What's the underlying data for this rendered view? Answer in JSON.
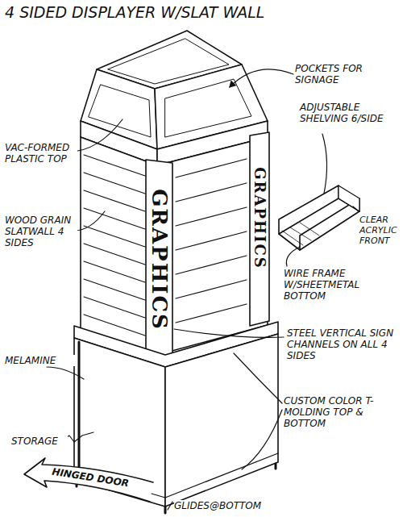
{
  "diagram": {
    "title": "4 SIDED DISPLAYER W/SLAT WALL",
    "labels": [
      "POCKETS FOR SIGNAGE",
      "VAC-FORMED PLASTIC TOP",
      "ADJUSTABLE SHELVING 6/SIDE",
      "WOOD GRAIN SLATWALL 4 SIDES",
      "GRAPHICS",
      "GRAPHICS",
      "CLEAR ACRYLIC FRONT",
      "WIRE FRAME W/SHEETMETAL BOTTOM",
      "STEEL VERTICAL SIGN CHANNELS ON ALL 4 SIDES",
      "MELAMINE",
      "CUSTOM COLOR T-MOLDING TOP & BOTTOM",
      "STORAGE",
      "HINGED DOOR",
      "GLIDES@BOTTOM"
    ]
  }
}
